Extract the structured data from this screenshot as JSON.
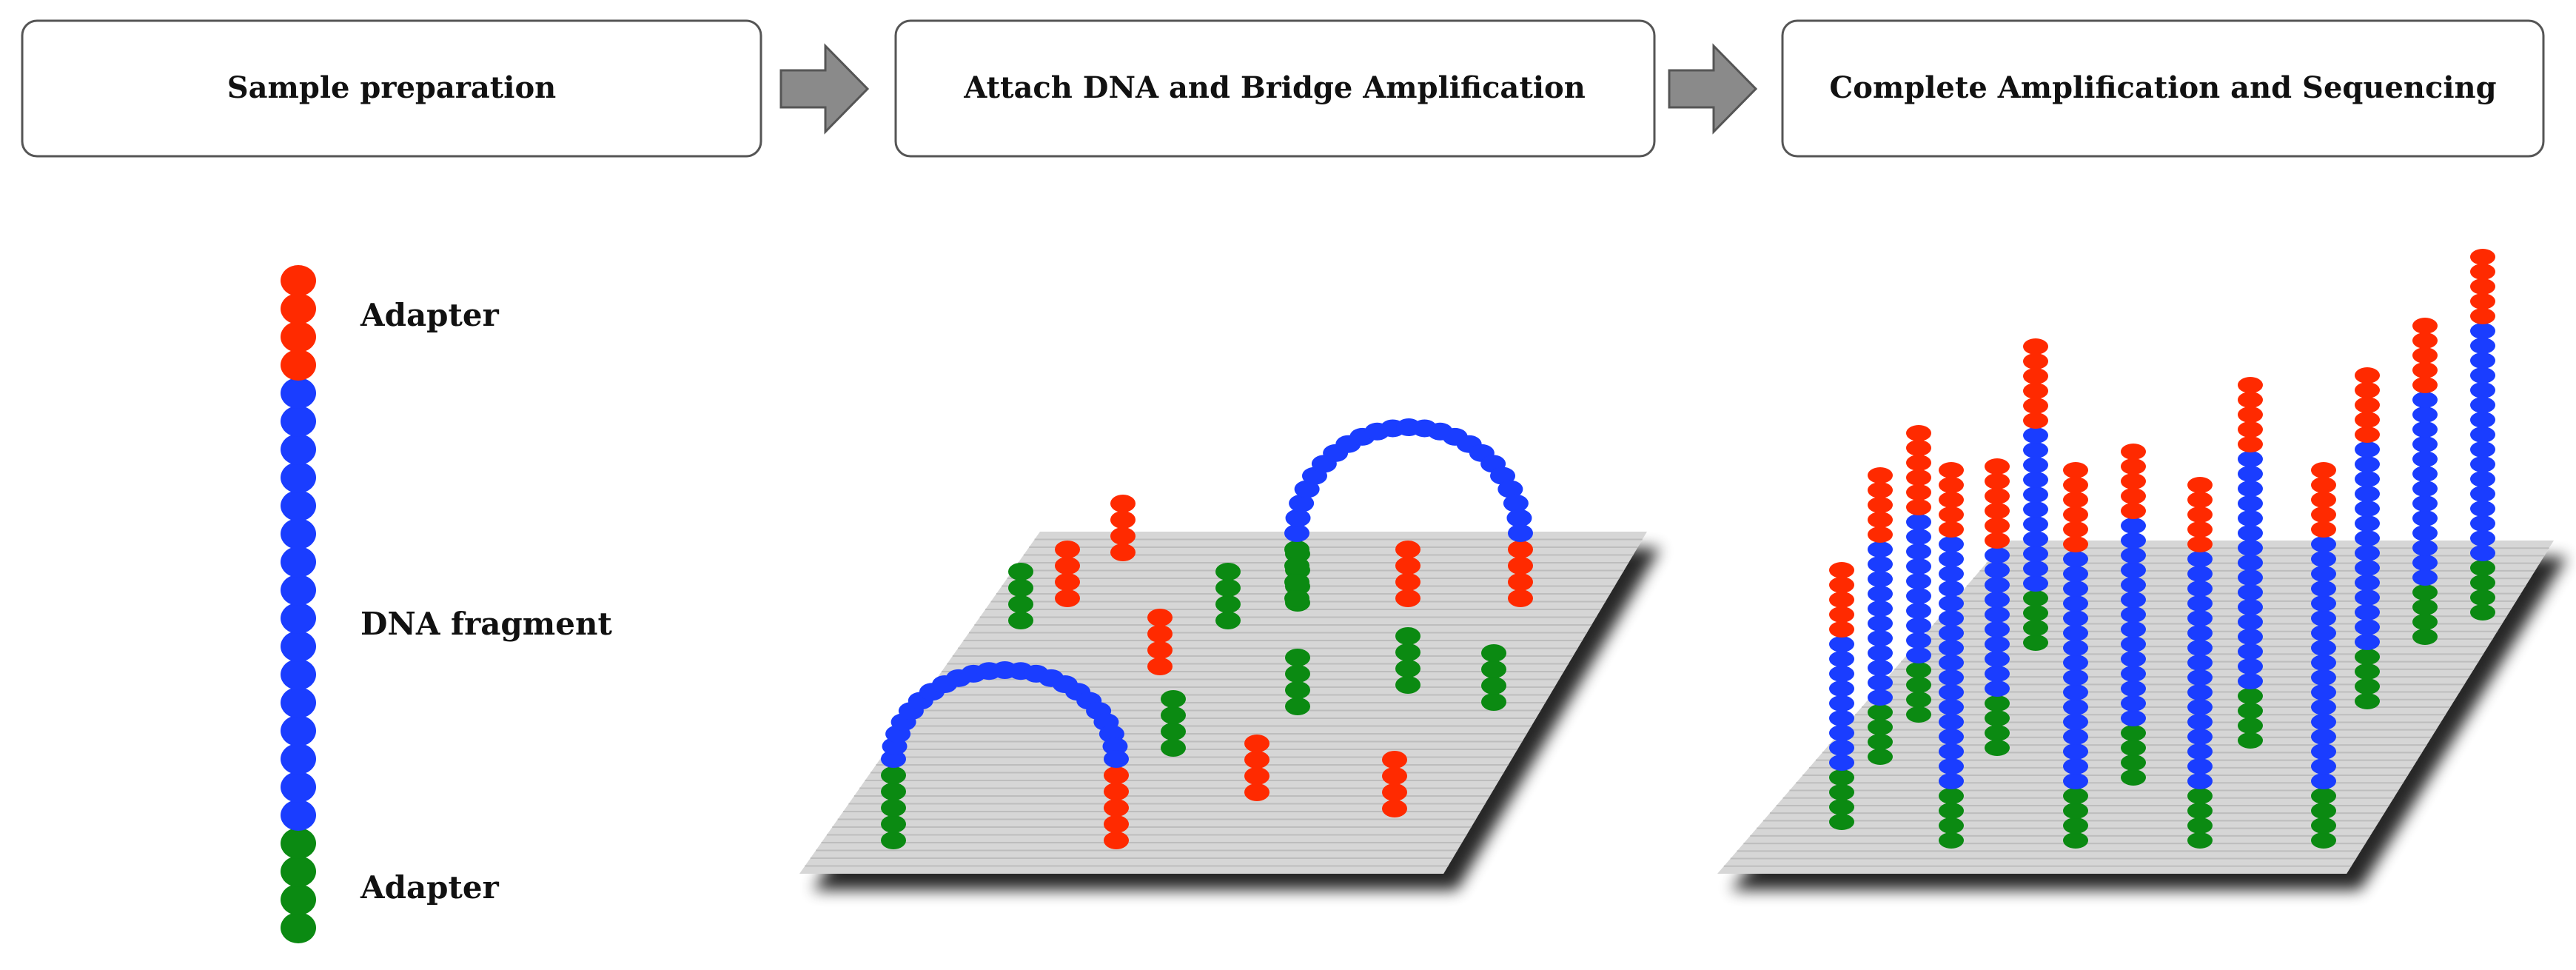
{
  "steps": [
    {
      "label": "Sample preparation"
    },
    {
      "label": "Attach DNA and Bridge Amplification"
    },
    {
      "label": "Complete Amplification and Sequencing"
    }
  ],
  "legend": {
    "adapter_top": "Adapter",
    "fragment": "DNA fragment",
    "adapter_bottom": "Adapter"
  },
  "colors": {
    "adapter_red": "#ff2a00",
    "fragment_blue": "#1a3dff",
    "adapter_green": "#0b8a12",
    "arrow_gray": "#8a8a8a",
    "plate_gray": "#d6d6d6"
  }
}
